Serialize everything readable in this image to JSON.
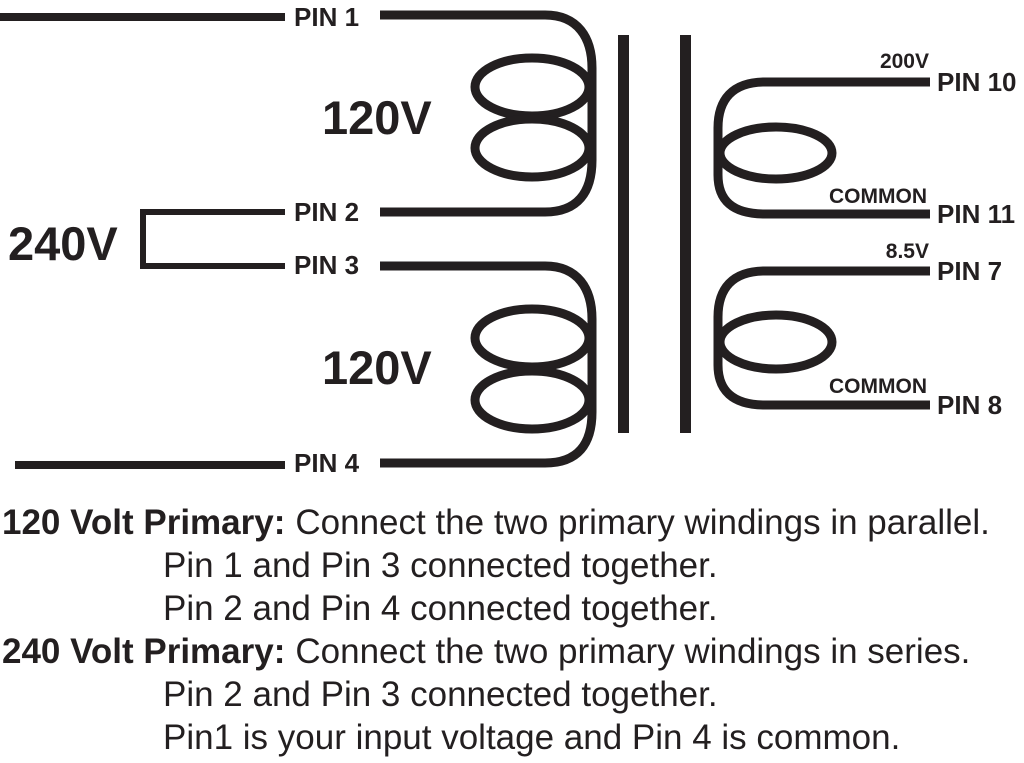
{
  "diagram": {
    "primary": {
      "pin1": "PIN 1",
      "pin2": "PIN 2",
      "pin3": "PIN 3",
      "pin4": "PIN 4",
      "upper_winding_voltage": "120V",
      "lower_winding_voltage": "120V",
      "series_voltage": "240V"
    },
    "secondary": {
      "high_tap_voltage": "200V",
      "pin10": "PIN 10",
      "high_common": "COMMON",
      "pin11": "PIN 11",
      "low_tap_voltage": "8.5V",
      "pin7": "PIN 7",
      "low_common": "COMMON",
      "pin8": "PIN 8"
    }
  },
  "instructions": [
    {
      "heading": "120 Volt Primary:",
      "text": "Connect the two primary windings in parallel.",
      "details": [
        "Pin 1 and Pin 3 connected together.",
        "Pin 2 and Pin 4 connected together."
      ]
    },
    {
      "heading": "240 Volt Primary:",
      "text": "Connect the two primary windings in series.",
      "details": [
        "Pin 2 and Pin 3 connected together.",
        "Pin1 is your input voltage and Pin 4 is common."
      ]
    }
  ],
  "colors": {
    "ink": "#231f20",
    "background": "#ffffff"
  }
}
